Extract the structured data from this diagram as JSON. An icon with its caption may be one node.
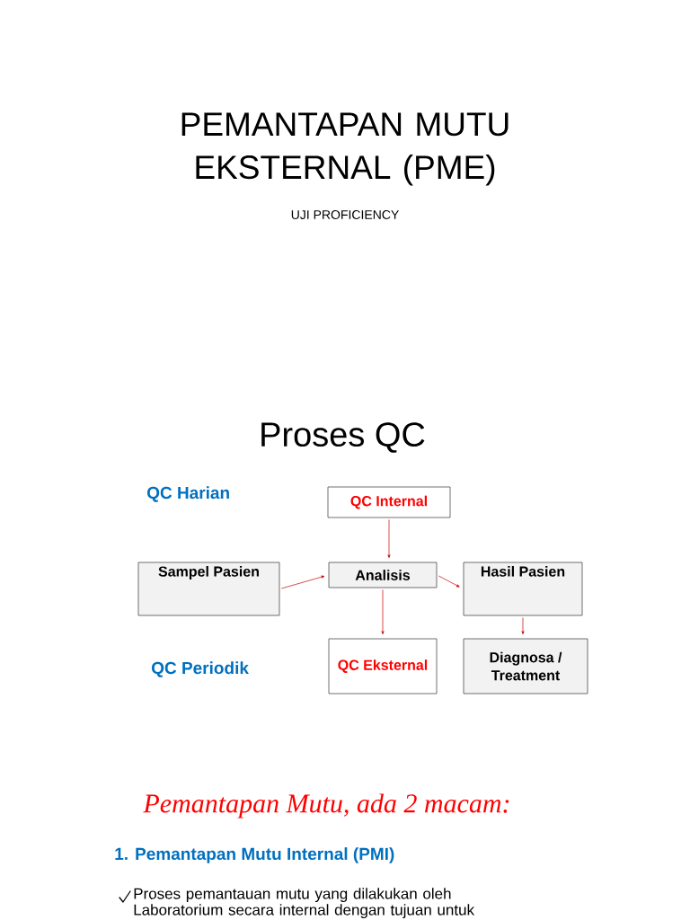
{
  "diagram": {
    "title": "PEMANTAPAN MUTU EKSTERNAL (PME)",
    "nodes": [
      {
        "text": [
          "QC Internal"
        ]
      },
      {
        "text": [
          "Sampel Pasien"
        ]
      },
      {
        "text": [
          "Analisis"
        ]
      },
      {
        "text": [
          "Hasil Pasien"
        ]
      },
      {
        "text": [
          "QC Eksternal"
        ]
      },
      {
        "text": [
          "Diagnosa / Treatment"
        ]
      }
    ],
    "edges": [
      {
        "from": 0,
        "to": 2,
        "arrow": "to"
      },
      {
        "from": 1,
        "to": 2,
        "arrow": "to"
      },
      {
        "from": 2,
        "to": 3,
        "arrow": "to"
      },
      {
        "from": 2,
        "to": 4,
        "arrow": "to"
      },
      {
        "from": 3,
        "to": 5,
        "arrow": "to"
      }
    ],
    "labels": [
      "UJI PROFICIENCY",
      "Proses QC",
      "QC Harian",
      "QC Periodik",
      "Pemantapan Mutu, ada 2 macam:",
      "1. Pemantapan Mutu Internal (PMI)",
      "Proses pemantauan mutu yang dilakukan oleh Laboratorium secara internal dengan tujuan untuk"
    ]
  }
}
